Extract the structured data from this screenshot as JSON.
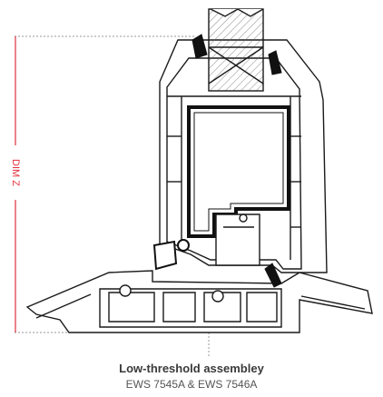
{
  "caption": {
    "title": "Low-threshold assembley",
    "subtitle": "EWS 7545A & EWS 7546A"
  },
  "dimension": {
    "label": "DIM Z"
  },
  "colors": {
    "profile_stroke": "#1a1a1a",
    "profile_fill": "#ffffff",
    "gasket": "#111111",
    "hatch": "#555555",
    "dimension": "#e0303b",
    "guide_dots": "#999999"
  }
}
